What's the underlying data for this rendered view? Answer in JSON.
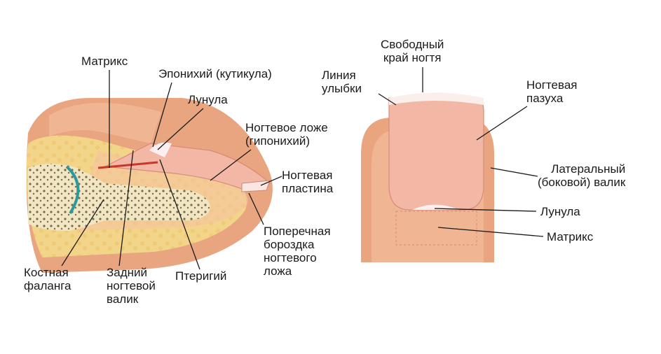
{
  "labels": {
    "side_matrix": "Матрикс",
    "side_eponychium": "Эпонихий (кутикула)",
    "side_lunula": "Лунула",
    "side_nail_bed": "Ногтевое ложе\n(гипонихий)",
    "side_nail_plate": "Ногтевая\nпластина",
    "side_transverse_furrow": "Поперечная\nбороздка\nногтевого\nложа",
    "side_bone_phalanx": "Костная\nфаланга",
    "side_posterior_fold": "Задний\nногтевой\nвалик",
    "side_pterygium": "Птеригий",
    "top_free_edge": "Свободный\nкрай ногтя",
    "top_smile_line": "Линия\nулыбки",
    "top_nail_sinus": "Ногтевая\nпазуха",
    "top_lateral_fold": "Латеральный\n(боковой) валик",
    "top_lunula": "Лунула",
    "top_matrix": "Матрикс"
  },
  "colors": {
    "skin_outer": "#e8a57f",
    "skin_light": "#f4c3a3",
    "fat_yellow": "#f3d58a",
    "bone_fill": "#f1e6c4",
    "bone_spots": "#7a6a45",
    "nail_plate": "#f3b7a5",
    "lunula_white": "#fbeff0",
    "joint_teal": "#2a9aa0",
    "leader_line": "#1a1a1a"
  }
}
